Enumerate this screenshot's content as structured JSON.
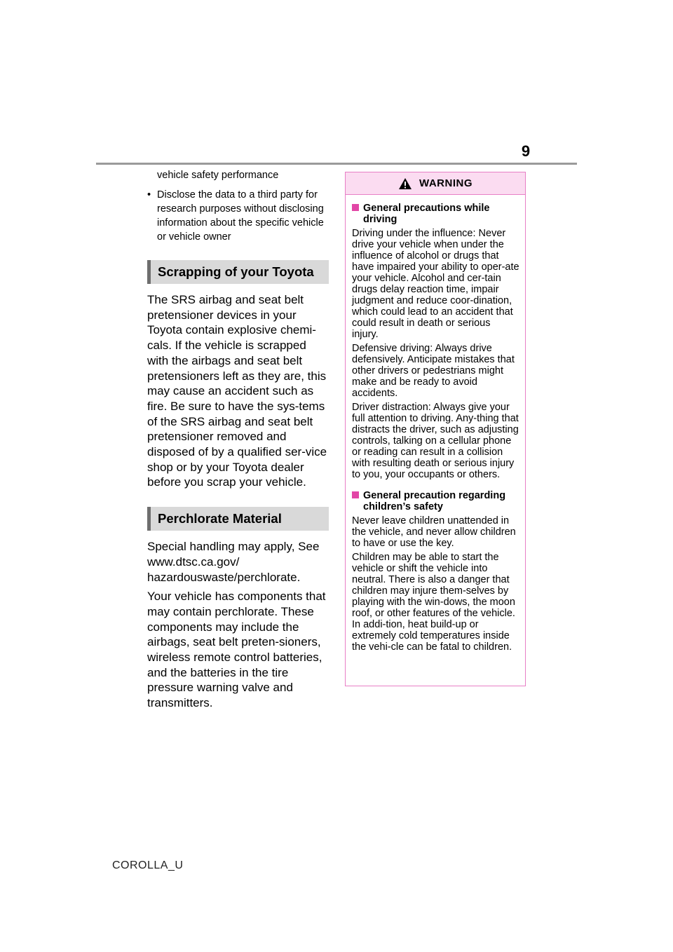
{
  "page_number": "9",
  "footer_label": "COROLLA_U",
  "left": {
    "intro_continuation": "vehicle safety performance",
    "bullets": [
      "Disclose the data to a third party for research purposes without disclosing information about the specific vehicle or vehicle owner"
    ],
    "section1_title": "Scrapping of your Toyota",
    "section1_body": "The SRS airbag and seat belt pretensioner devices in your Toyota contain explosive chemi-cals. If the vehicle is scrapped with the airbags and seat belt pretensioners left as they are, this may cause an accident such as fire. Be sure to have the sys-tems of the SRS airbag and seat belt pretensioner removed and disposed of by a qualified ser-vice shop or by your Toyota dealer before you scrap your vehicle.",
    "section2_title": "Perchlorate Material",
    "section2_p1": "Special handling may apply, See www.dtsc.ca.gov/ hazardouswaste/perchlorate.",
    "section2_p2": "Your vehicle has components that may contain perchlorate. These components may include the airbags, seat belt preten-sioners, wireless remote control batteries, and the batteries in the tire pressure warning valve and transmitters."
  },
  "warning": {
    "title": "WARNING",
    "icon": "warning-triangle-icon",
    "heading1": "General precautions while driving",
    "p1": "Driving under the influence: Never drive your vehicle when under the influence of alcohol or drugs that have impaired your ability to oper-ate your vehicle. Alcohol and cer-tain drugs delay reaction time, impair judgment and reduce coor-dination, which could lead to an accident that could result in death or serious injury.",
    "p2": "Defensive driving: Always drive defensively. Anticipate mistakes that other drivers or pedestrians might make and be ready to avoid accidents.",
    "p3": "Driver distraction: Always give your full attention to driving. Any-thing that distracts the driver, such as adjusting controls, talking on a cellular phone or reading can result in a collision with resulting death or serious injury to you, your occupants or others.",
    "heading2": "General precaution regarding children’s safety",
    "p4": "Never leave children unattended in the vehicle, and never allow children to have or use the key.",
    "p5": "Children may be able to start the vehicle or shift the vehicle into neutral. There is also a danger that children may injure them-selves by playing with the win-dows, the moon roof, or other features of the vehicle. In addi-tion, heat build-up or extremely cold temperatures inside the vehi-cle can be fatal to children."
  },
  "colors": {
    "warning_border": "#e87fc6",
    "warning_header_bg": "#fbdcf1",
    "warning_bullet": "#e246a6",
    "section_head_bg": "#d9d9d9",
    "section_head_bar": "#6e6e6e"
  }
}
